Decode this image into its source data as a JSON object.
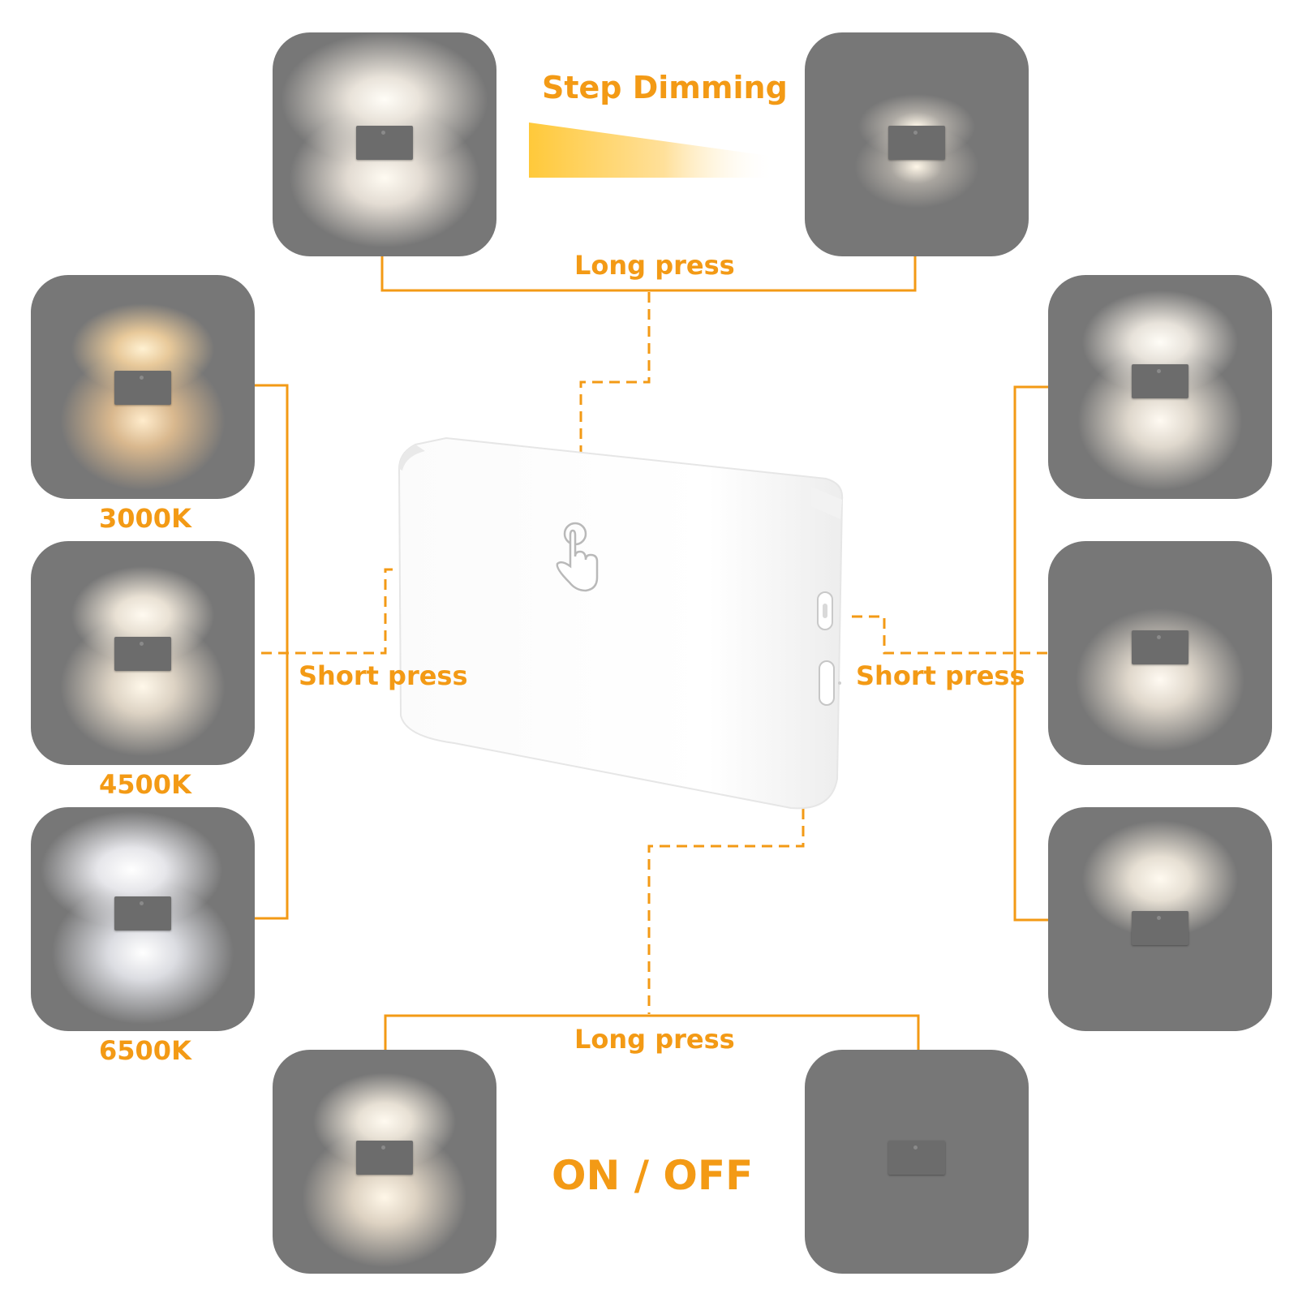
{
  "labels": {
    "step_dimming": "Step Dimming",
    "long_press_top": "Long press",
    "long_press_bottom": "Long press",
    "short_press_left": "Short press",
    "short_press_right": "Short press",
    "on_off": "ON / OFF"
  },
  "color_temps": [
    "3000K",
    "4500K",
    "6500K"
  ],
  "colors": {
    "accent": "#f39a15",
    "tile": "#777777",
    "fixture": "#6c6c6c"
  }
}
